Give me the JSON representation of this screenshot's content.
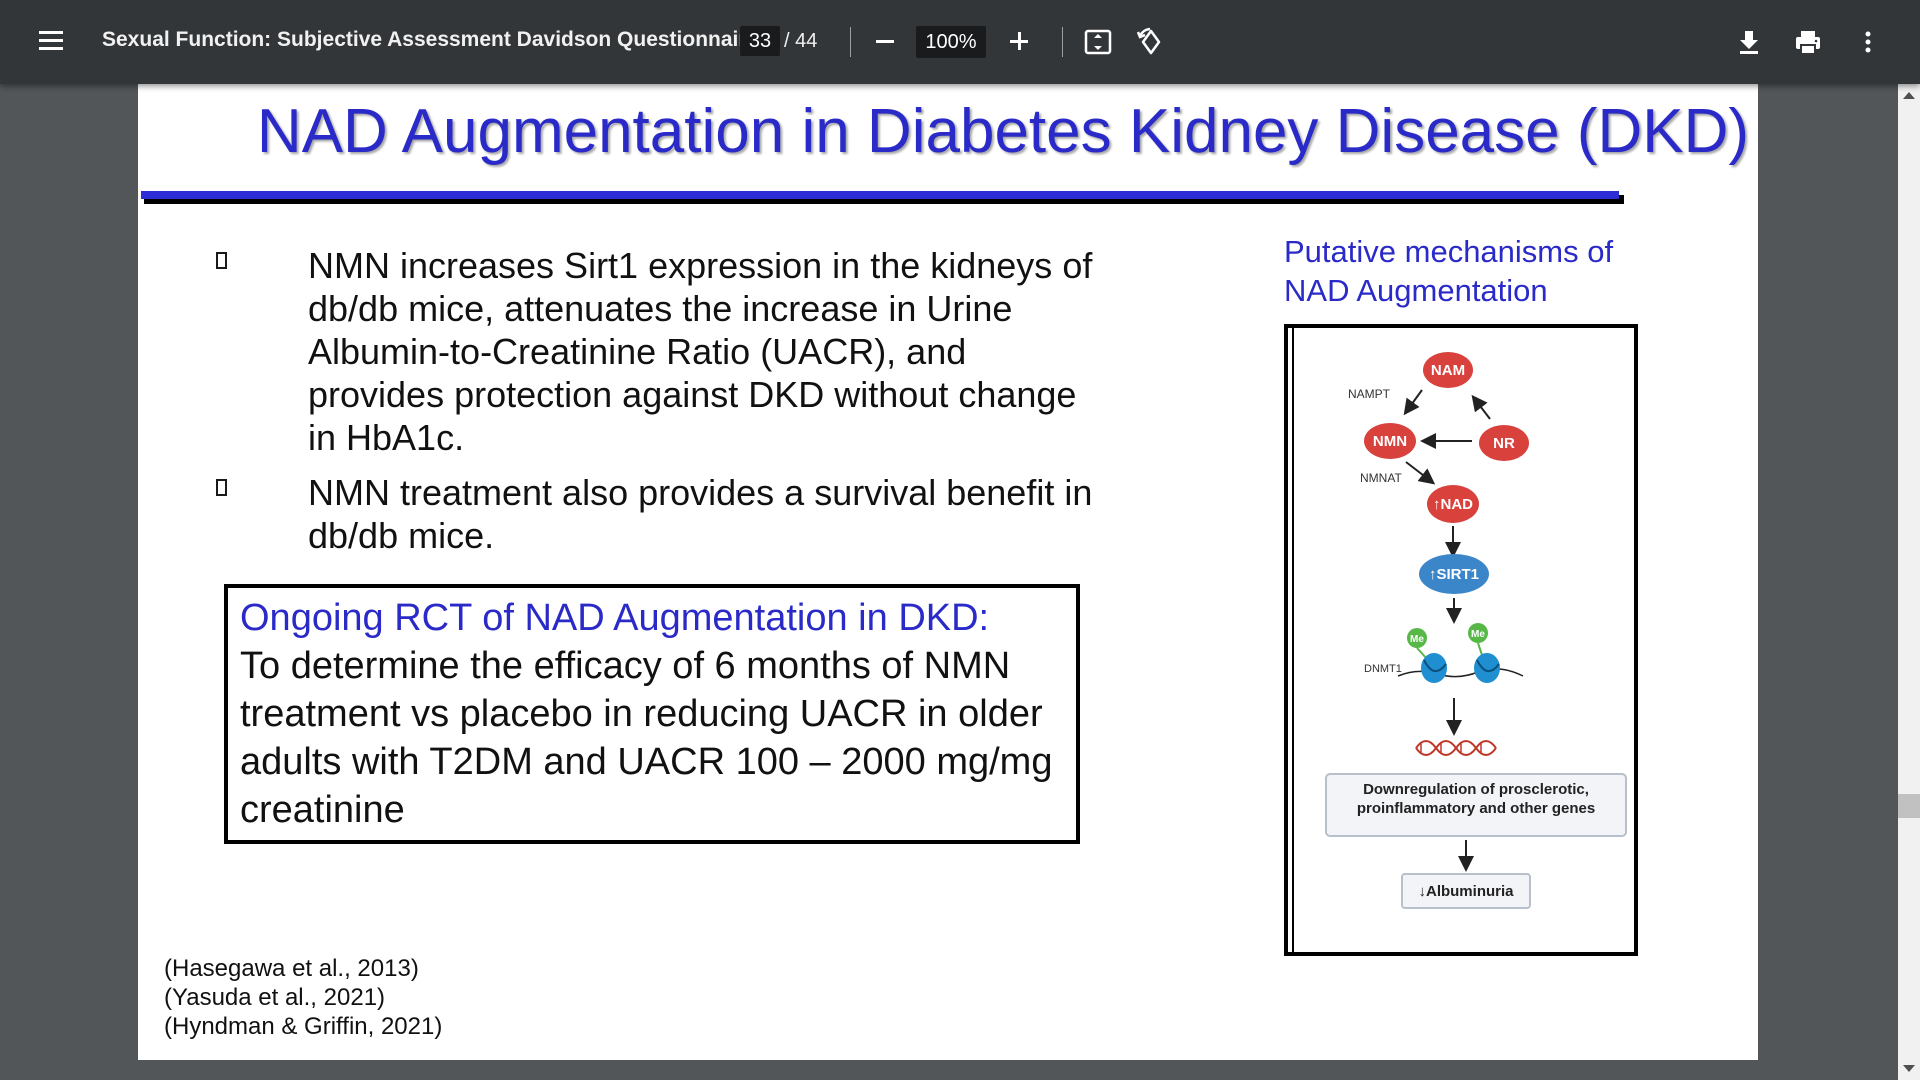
{
  "toolbar": {
    "title": "Sexual Function: Subjective Assessment Davidson Questionnaire",
    "page_current": "33",
    "page_total": "/ 44",
    "zoom": "100%",
    "icons": [
      "menu-icon",
      "zoom-out-icon",
      "zoom-in-icon",
      "fit-page-icon",
      "rotate-icon",
      "download-icon",
      "print-icon",
      "more-options-icon"
    ]
  },
  "slide": {
    "title": "NAD Augmentation in Diabetes Kidney Disease (DKD)",
    "bullets": [
      "NMN increases Sirt1 expression in the kidneys of db/db mice, attenuates the increase in Urine Albumin-to-Creatinine Ratio (UACR), and provides protection against DKD without change in HbA1c.",
      "NMN treatment also provides a survival benefit in db/db mice."
    ],
    "rct_heading": "Ongoing RCT of NAD Augmentation in DKD:",
    "rct_body": "To determine the efficacy of 6 months of NMN treatment vs placebo in reducing UACR in older adults with T2DM and UACR 100 – 2000 mg/mg creatinine",
    "references": [
      "(Hasegawa et al., 2013)",
      "(Yasuda et al., 2021)",
      "(Hyndman & Griffin, 2021)"
    ],
    "mechanism_title": "Putative mechanisms of NAD Augmentation",
    "diagram": {
      "nodes": {
        "nam": "NAM",
        "nmn": "NMN",
        "nr": "NR",
        "nad": "↑NAD",
        "sirt1": "↑SIRT1",
        "me": "Me",
        "downreg": "Downregulation of prosclerotic, proinflammatory and other genes",
        "albuminuria": "↓Albuminuria"
      },
      "labels": {
        "nampt": "NAMPT",
        "nmnat": "NMNAT",
        "dnmt1": "DNMT1"
      },
      "colors": {
        "red_node": "#d9413d",
        "blue_node": "#3b86c9",
        "green_node": "#57b848"
      }
    }
  }
}
